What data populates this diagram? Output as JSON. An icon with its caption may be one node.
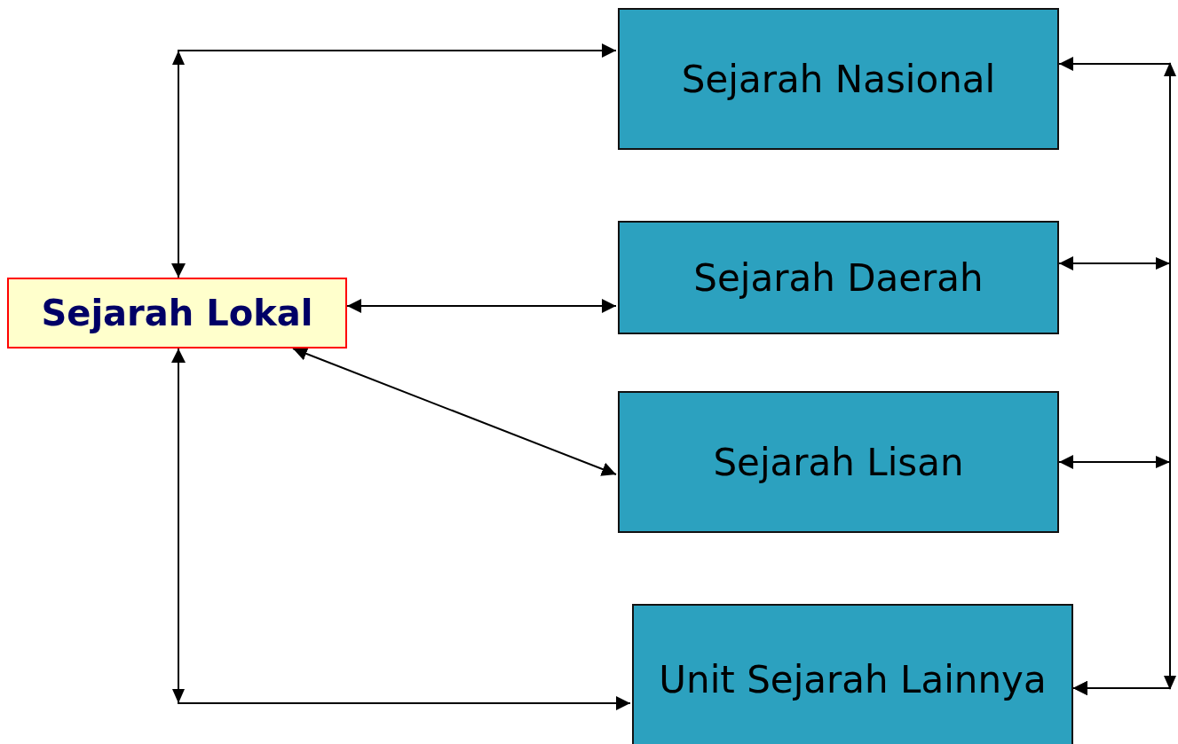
{
  "diagram": {
    "nodes": [
      {
        "text": [
          "Sejarah Lokal"
        ]
      },
      {
        "text": [
          "Sejarah Nasional"
        ]
      },
      {
        "text": [
          "Sejarah Daerah"
        ]
      },
      {
        "text": [
          "Sejarah Lisan"
        ]
      },
      {
        "text": [
          "Unit Sejarah Lainnya"
        ]
      }
    ],
    "edges": [
      {
        "from": 0,
        "to": 1,
        "arrow": "both"
      },
      {
        "from": 0,
        "to": 2,
        "arrow": "both"
      },
      {
        "from": 0,
        "to": 3,
        "arrow": "both"
      },
      {
        "from": 0,
        "to": 4,
        "arrow": "both"
      },
      {
        "from": 1,
        "to": 4,
        "arrow": "both"
      },
      {
        "from": 2,
        "to": 4,
        "arrow": "both"
      },
      {
        "from": 3,
        "to": 4,
        "arrow": "both"
      }
    ]
  }
}
